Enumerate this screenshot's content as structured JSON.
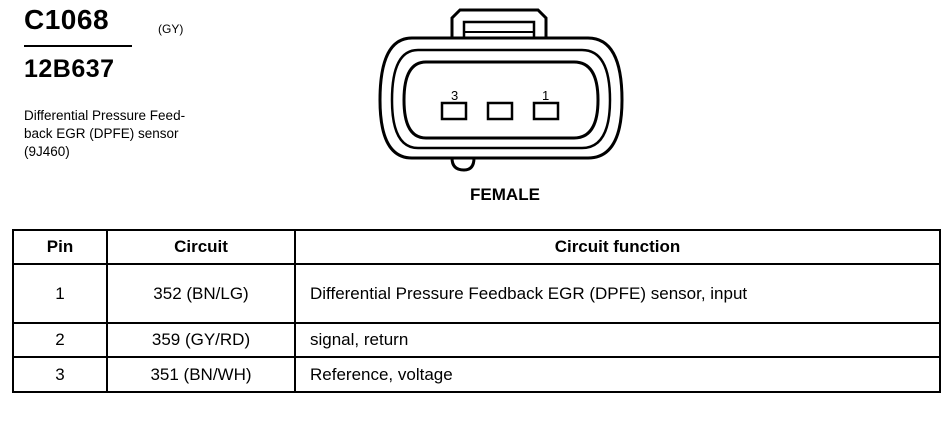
{
  "header": {
    "connector_id": "C1068",
    "connector_color": "(GY)",
    "part_number": "12B637",
    "description_lines": [
      "Differential Pressure Feed-",
      "back EGR (DPFE) sensor",
      "(9J460)"
    ]
  },
  "diagram": {
    "pin_labels": [
      "3",
      "1"
    ],
    "gender": "FEMALE"
  },
  "table": {
    "headers": [
      "Pin",
      "Circuit",
      "Circuit function"
    ],
    "rows": [
      {
        "pin": "1",
        "circuit": "352 (BN/LG)",
        "function": "Differential Pressure Feedback EGR (DPFE) sensor, input"
      },
      {
        "pin": "2",
        "circuit": "359 (GY/RD)",
        "function": "signal, return"
      },
      {
        "pin": "3",
        "circuit": "351 (BN/WH)",
        "function": "Reference, voltage"
      }
    ]
  }
}
